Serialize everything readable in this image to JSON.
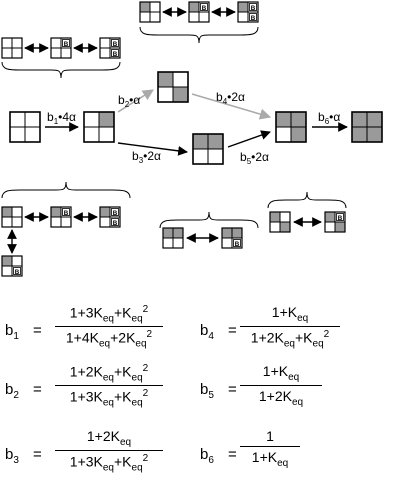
{
  "colors": {
    "fill": "#9a9a9a",
    "stroke": "#000000",
    "gray_arrow": "#aaaaaa"
  },
  "site_letter": "B",
  "rates": {
    "r1": [
      "b",
      "1",
      "•4α"
    ],
    "r2": [
      "b",
      "2",
      "•α"
    ],
    "r3": [
      "b",
      "3",
      "•2α"
    ],
    "r4": [
      "b",
      "4",
      "•2α"
    ],
    "r5": [
      "b",
      "5",
      "•2α"
    ],
    "r6": [
      "b",
      "6",
      "•α"
    ]
  },
  "equations": [
    {
      "b": "b",
      "sub": "1",
      "sign": "=",
      "num": "1+3K<sub>eq</sub>+K<sub>eq</sub><sup>2</sup>",
      "den": "1+4K<sub>eq</sub>+2K<sub>eq</sub><sup>2</sup>"
    },
    {
      "b": "b",
      "sub": "2",
      "sign": "=",
      "num": "1+2K<sub>eq</sub>+K<sub>eq</sub><sup>2</sup>",
      "den": "1+3K<sub>eq</sub>+K<sub>eq</sub><sup>2</sup>"
    },
    {
      "b": "b",
      "sub": "3",
      "sign": "=",
      "num": "1+2K<sub>eq</sub>",
      "den": "1+3K<sub>eq</sub>+K<sub>eq</sub><sup>2</sup>"
    },
    {
      "b": "b",
      "sub": "4",
      "sign": "=",
      "num": "1+K<sub>eq</sub>",
      "den": "1+2K<sub>eq</sub>+K<sub>eq</sub><sup>2</sup>"
    },
    {
      "b": "b",
      "sub": "5",
      "sign": "=",
      "num": "1+K<sub>eq</sub>",
      "den": "1+2K<sub>eq</sub>"
    },
    {
      "b": "b",
      "sub": "6",
      "sign": "=",
      "num": "1",
      "den": "1+K<sub>eq</sub>"
    }
  ]
}
